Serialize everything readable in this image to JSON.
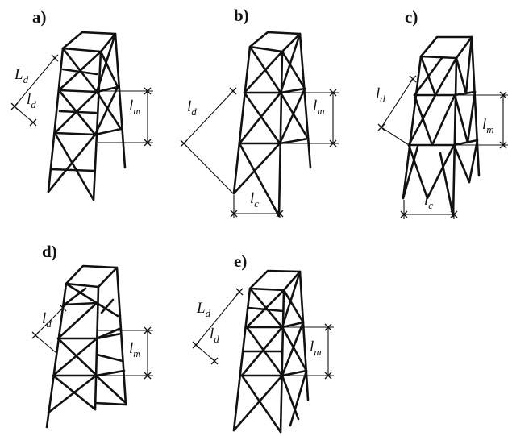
{
  "panels": [
    {
      "id": "a",
      "label": "a)",
      "dims": [
        {
          "main": "L",
          "sub": "d"
        },
        {
          "main": "l",
          "sub": "d"
        },
        {
          "main": "l",
          "sub": "m"
        }
      ]
    },
    {
      "id": "b",
      "label": "b)",
      "dims": [
        {
          "main": "l",
          "sub": "d"
        },
        {
          "main": "l",
          "sub": "m"
        },
        {
          "main": "l",
          "sub": "c"
        }
      ]
    },
    {
      "id": "c",
      "label": "c)",
      "dims": [
        {
          "main": "l",
          "sub": "d"
        },
        {
          "main": "l",
          "sub": "m"
        },
        {
          "main": "l",
          "sub": "c"
        }
      ]
    },
    {
      "id": "d",
      "label": "d)",
      "dims": [
        {
          "main": "l",
          "sub": "d"
        },
        {
          "main": "l",
          "sub": "m"
        }
      ]
    },
    {
      "id": "e",
      "label": "e)",
      "dims": [
        {
          "main": "L",
          "sub": "d"
        },
        {
          "main": "l",
          "sub": "d"
        },
        {
          "main": "l",
          "sub": "m"
        }
      ]
    }
  ]
}
